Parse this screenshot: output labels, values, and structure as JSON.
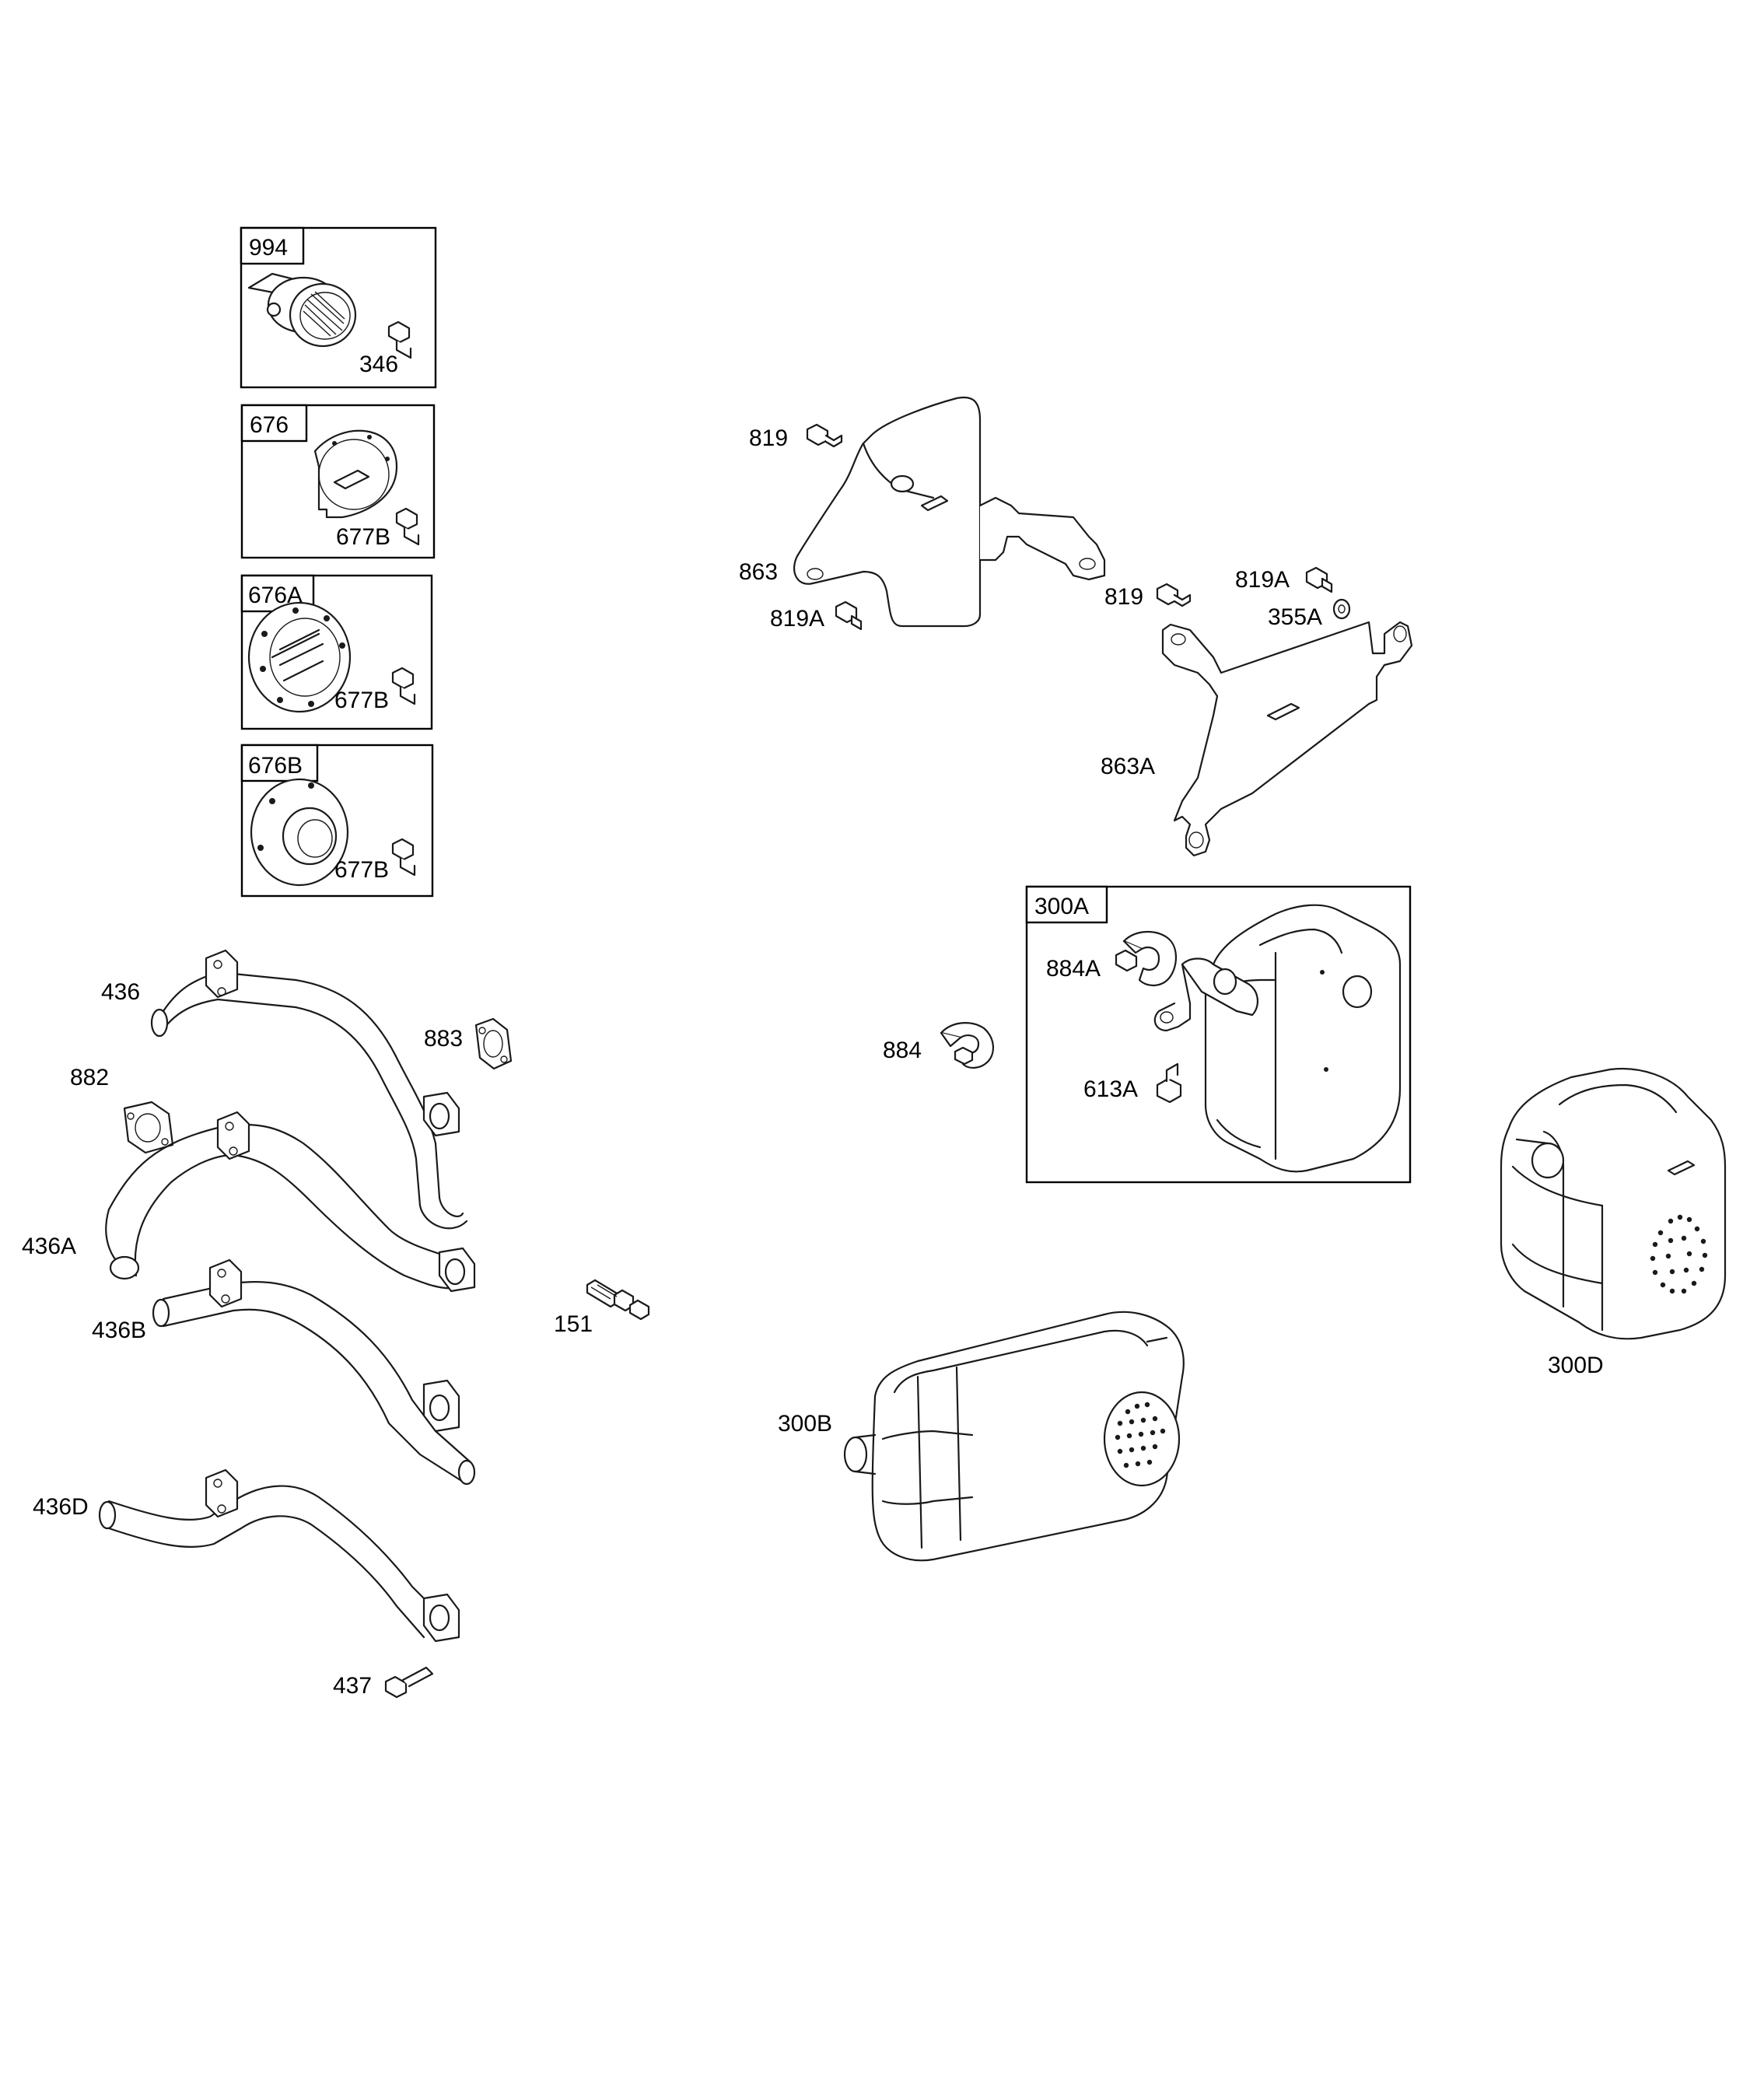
{
  "labels": {
    "k994": "994",
    "k346": "346",
    "k676": "676",
    "k677b_1": "677B",
    "k676a": "676A",
    "k677b_2": "677B",
    "k676b": "676B",
    "k677b_3": "677B",
    "k436": "436",
    "k882": "882",
    "k883": "883",
    "k436a": "436A",
    "k436b": "436B",
    "k436d": "436D",
    "k437": "437",
    "k151": "151",
    "k819_1": "819",
    "k863": "863",
    "k819a_1": "819A",
    "k819_2": "819",
    "k819a_2": "819A",
    "k355a": "355A",
    "k863a": "863A",
    "k300a": "300A",
    "k884a": "884A",
    "k884": "884",
    "k613a": "613A",
    "k300b": "300B",
    "k300d": "300D"
  }
}
